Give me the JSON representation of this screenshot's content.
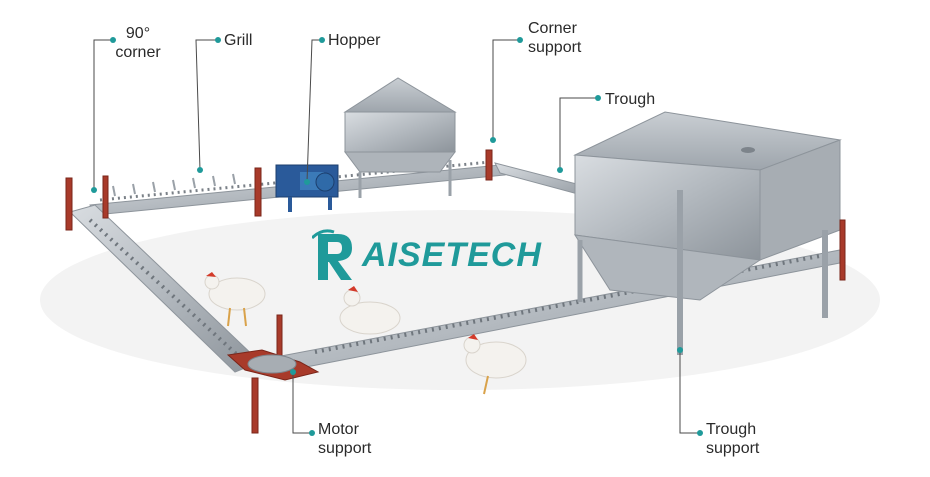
{
  "labels": {
    "corner_90": "90°\ncorner",
    "grill": "Grill",
    "hopper": "Hopper",
    "corner_support": "Corner\nsupport",
    "trough": "Trough",
    "motor_support": "Motor\nsupport",
    "trough_support": "Trough\nsupport"
  },
  "brand": {
    "name": "AISETECH",
    "letter": "R"
  },
  "colors": {
    "accent": "#1f9a9a",
    "callout_line": "#4a4a4a",
    "metal": "#b9bec4",
    "support": "#a83a2a",
    "motor": "#2a5a9a"
  }
}
